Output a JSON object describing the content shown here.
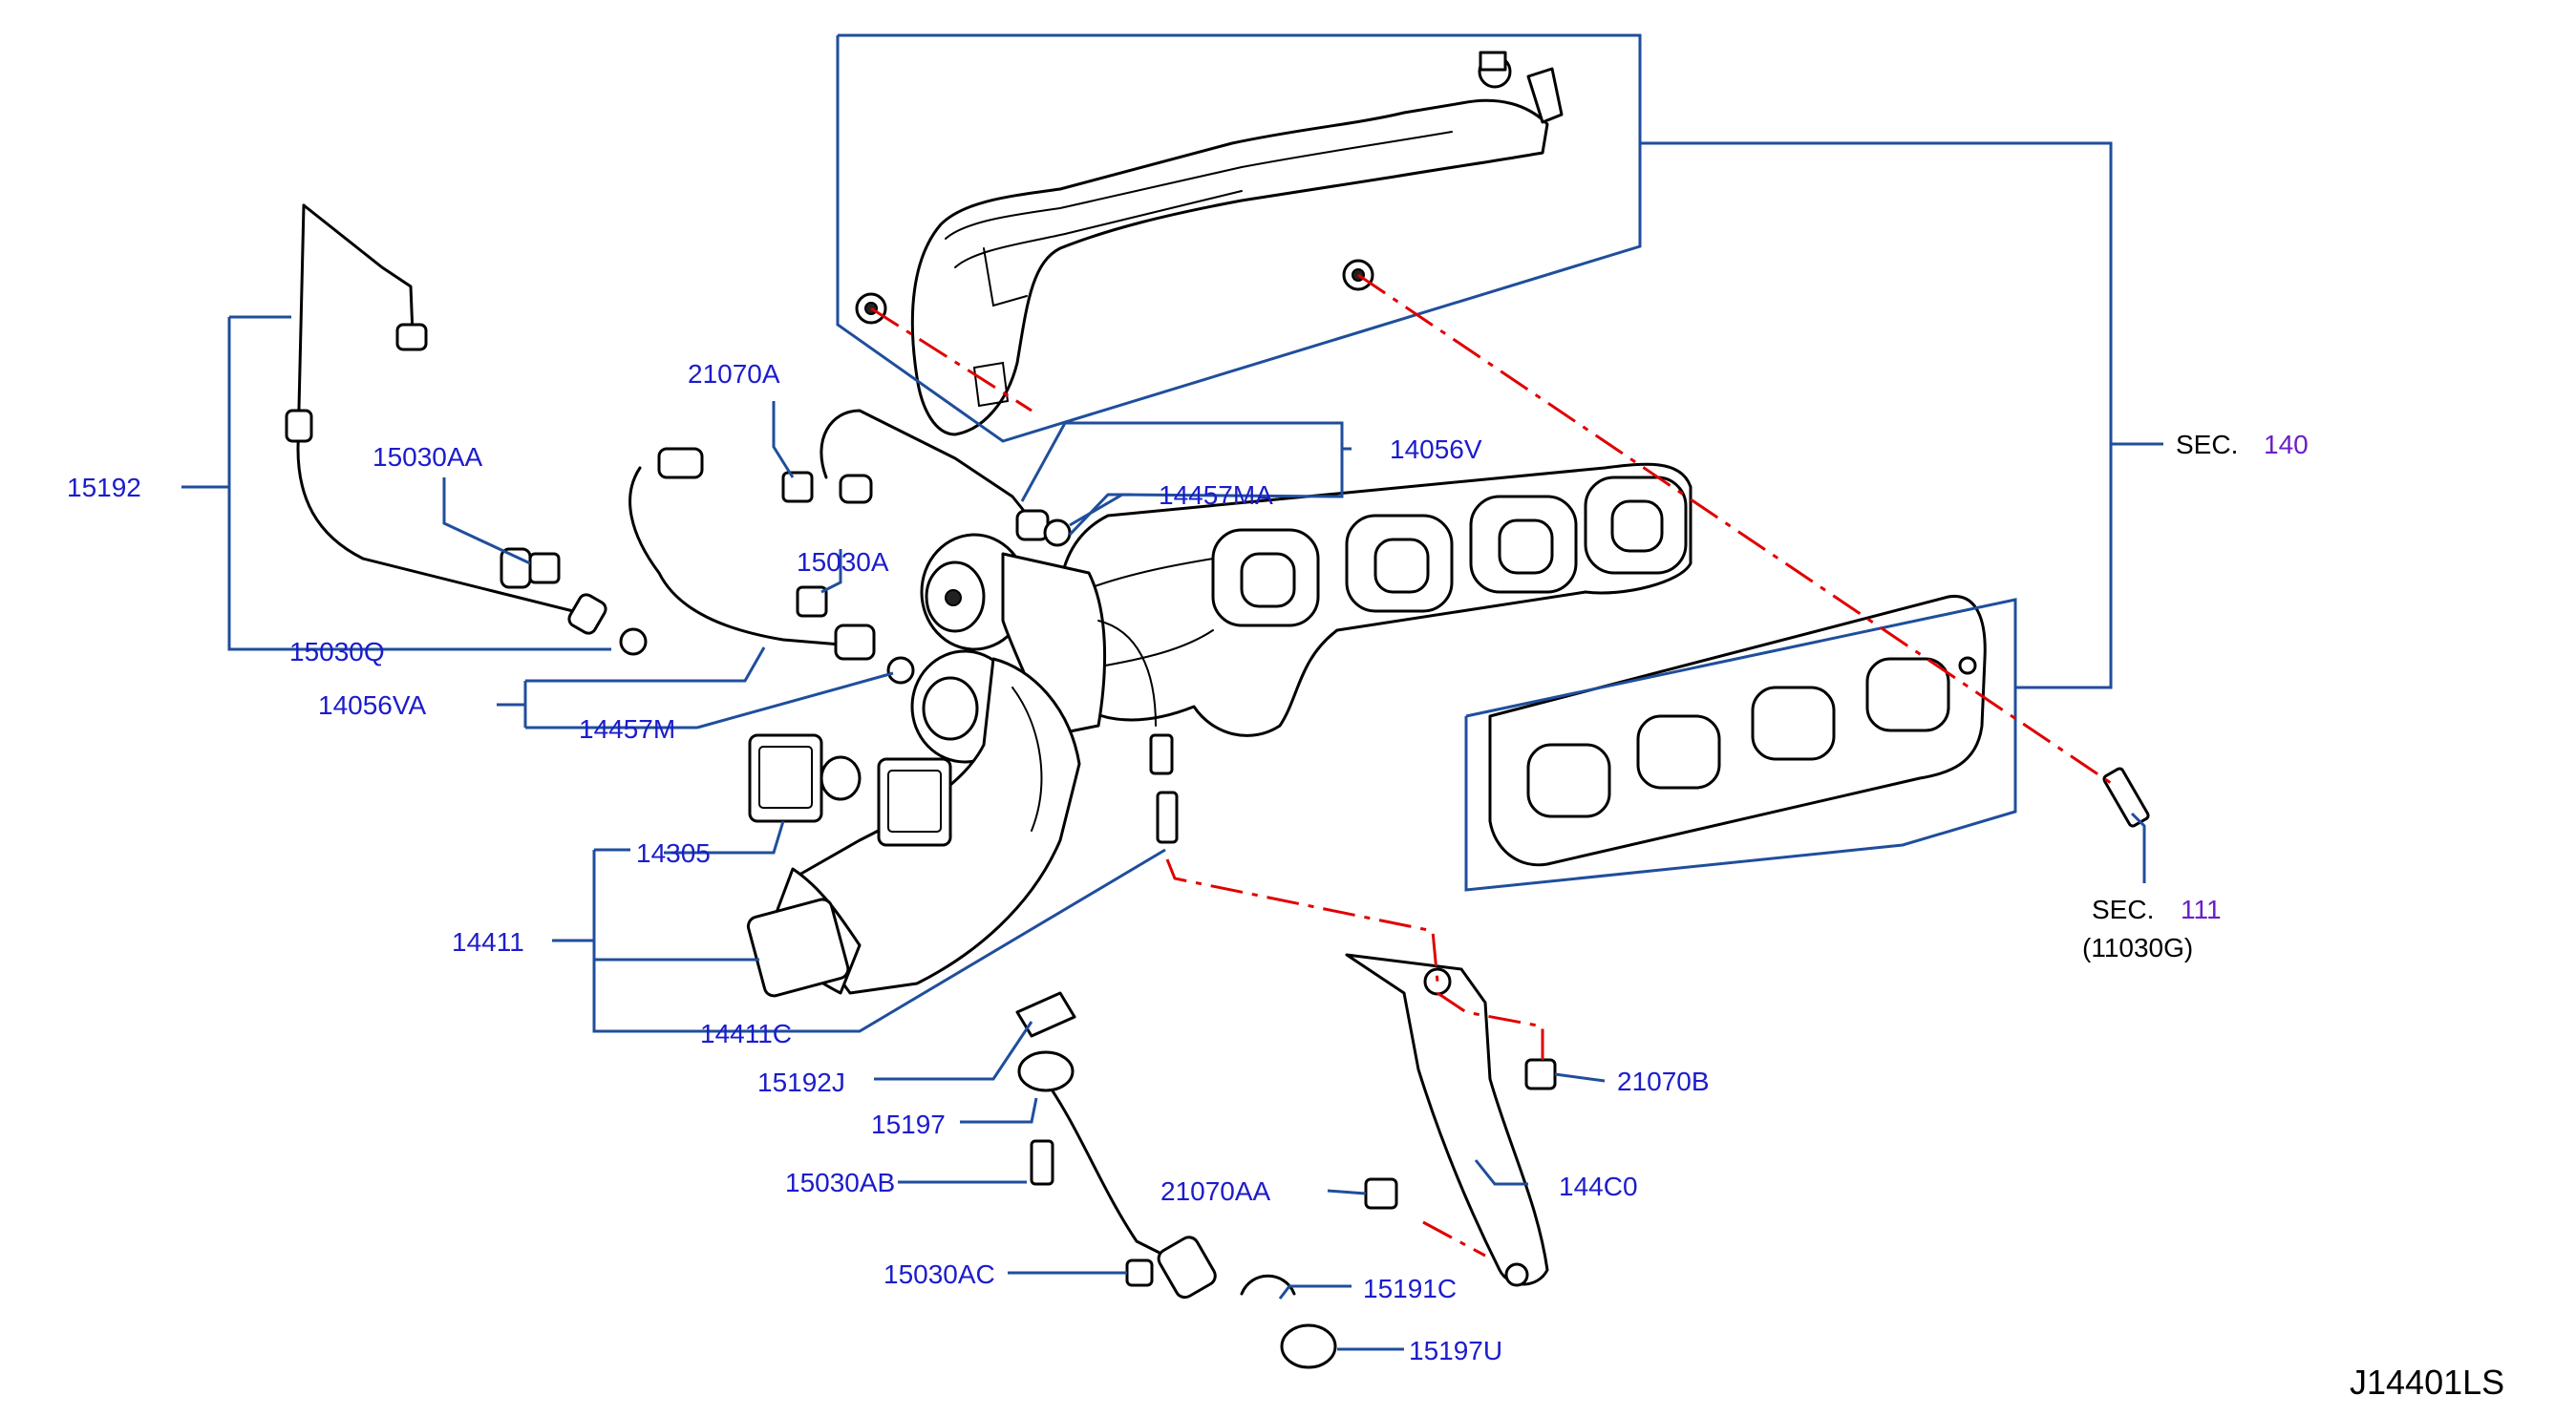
{
  "diagram_code": "J14401LS",
  "section_ref_word": "SEC.",
  "sections": {
    "upper": "140",
    "lower": "111",
    "lower_sub": "(11030G)"
  },
  "parts": {
    "p21070A": "21070A",
    "p15030AA": "15030AA",
    "p15192": "15192",
    "p15030Q": "15030Q",
    "p14056VA": "14056VA",
    "p14457M": "14457M",
    "p15030A": "15030A",
    "p14056V": "14056V",
    "p14457MA": "14457MA",
    "p14305": "14305",
    "p14411": "14411",
    "p14411C": "14411C",
    "p15192J": "15192J",
    "p15197": "15197",
    "p15030AB": "15030AB",
    "p15030AC": "15030AC",
    "p21070AA": "21070AA",
    "p144C0": "144C0",
    "p15191C": "15191C",
    "p15197U": "15197U",
    "p21070B": "21070B"
  },
  "colors": {
    "label": "#1c1ccc",
    "leader": "#1f4e9c",
    "dash": "#e00000",
    "section_number": "#6a1fc8"
  }
}
